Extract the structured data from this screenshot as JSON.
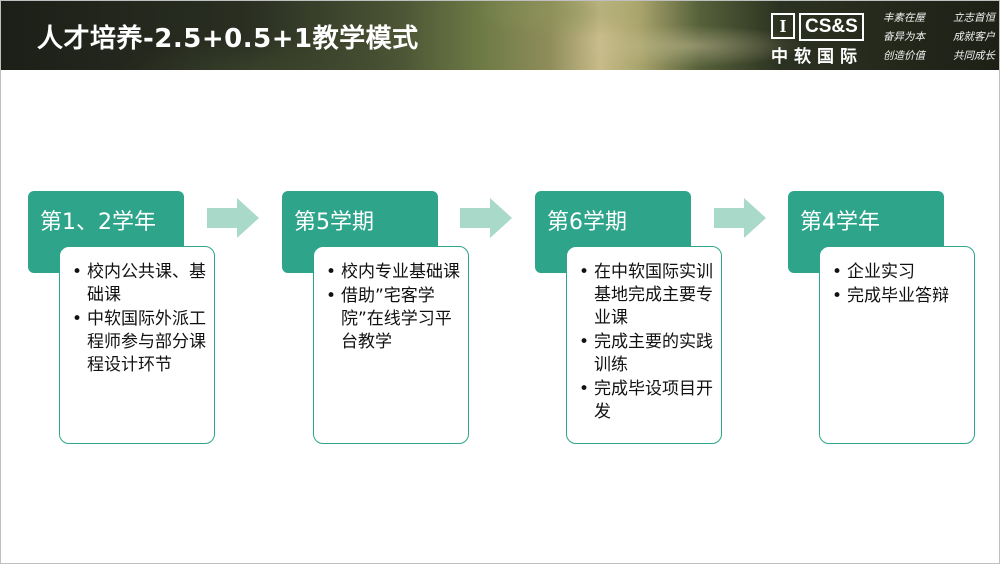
{
  "header": {
    "title": "人才培养-2.5+0.5+1教学模式",
    "logo": {
      "mark": "I",
      "text": "CS&S",
      "cn": "中软国际"
    },
    "mottos": [
      [
        "丰素在屋",
        "立志首恒"
      ],
      [
        "奋异为本",
        "成就客户"
      ],
      [
        "创造价值",
        "共同成长"
      ]
    ]
  },
  "stages": [
    {
      "title": "第1、2学年",
      "items": [
        "校内公共课、基础课",
        "中软国际外派工程师参与部分课程设计环节"
      ]
    },
    {
      "title": "第5学期",
      "items": [
        "校内专业基础课",
        "借助”宅客学院”在线学习平台教学"
      ]
    },
    {
      "title": "第6学期",
      "items": [
        "在中软国际实训基地完成主要专业课",
        "完成主要的实践训练",
        "完成毕设项目开发"
      ]
    },
    {
      "title": "第4学年",
      "items": [
        "企业实习",
        "完成毕业答辩"
      ]
    }
  ],
  "bullet_symbol": "•",
  "colors": {
    "accent": "#2ea58a",
    "arrow": "#a9d9c9"
  }
}
